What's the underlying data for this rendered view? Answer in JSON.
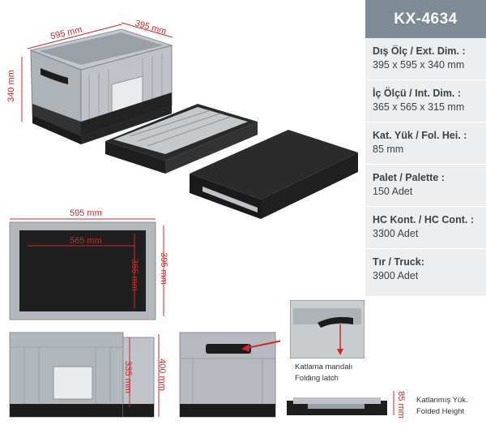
{
  "model": "KX-4634",
  "specs": [
    {
      "label": "Dış Ölç / Ext. Dim. :",
      "value": "395 x 595 x 340 mm"
    },
    {
      "label": "İç Ölçü / Int. Dim.   :",
      "value": "365 x 565 x 315 mm"
    },
    {
      "label": "Kat. Yük / Fol. Hei. :",
      "value": "85 mm"
    },
    {
      "label": "Palet / Palette :",
      "value": "150 Adet"
    },
    {
      "label": "HC Kont. / HC Cont. :",
      "value": "3300 Adet"
    },
    {
      "label": "Tır / Truck:",
      "value": "3900 Adet"
    }
  ],
  "dimensions": {
    "iso_length": "595 mm",
    "iso_width": "395 mm",
    "iso_height": "340 mm",
    "top_ext_length": "595 mm",
    "top_int_length": "565 mm",
    "top_int_width": "365 mm",
    "top_ext_width": "395 mm",
    "side_int_height": "335 mm",
    "side_ext_height": "400 mm",
    "folded_height": "85 mm"
  },
  "notes": {
    "latch_tr": "Katlama mandalı",
    "latch_en": "Folding latch",
    "folded_tr": "Katlanmış Yük.",
    "folded_en": "Folded Height"
  },
  "colors": {
    "accent": "#d0262b",
    "panel_header": "#7f8b94",
    "panel_bg": "#eceeef",
    "crate_grey": "#aeb3b8",
    "crate_black": "#1c1c1c"
  }
}
